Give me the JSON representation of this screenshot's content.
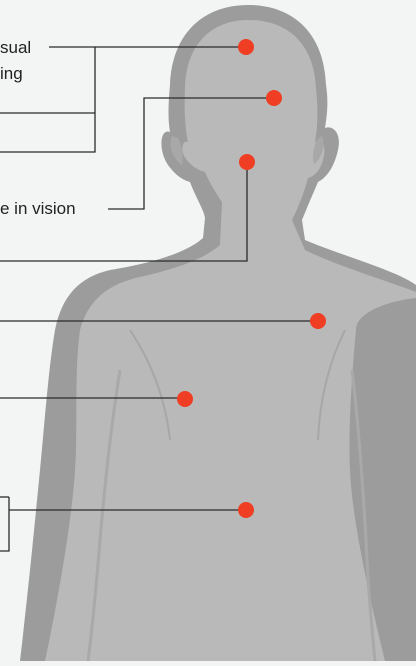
{
  "colors": {
    "background": "#f3f4f4",
    "body_outline": "#9c9c9c",
    "body_fill": "#b9b9b9",
    "marker": "#ef3e23",
    "leader_line": "#2b2b2b",
    "text": "#222222"
  },
  "labels": {
    "visual_disturbance_line1": "sual",
    "visual_disturbance_line2": "ing",
    "vision_change": "e in vision"
  },
  "markers": [
    {
      "region": "forehead",
      "color": "marker"
    },
    {
      "region": "temple",
      "color": "marker"
    },
    {
      "region": "chin",
      "color": "marker"
    },
    {
      "region": "chest-left",
      "color": "marker"
    },
    {
      "region": "chest-center",
      "color": "marker"
    },
    {
      "region": "abdomen",
      "color": "marker"
    }
  ]
}
